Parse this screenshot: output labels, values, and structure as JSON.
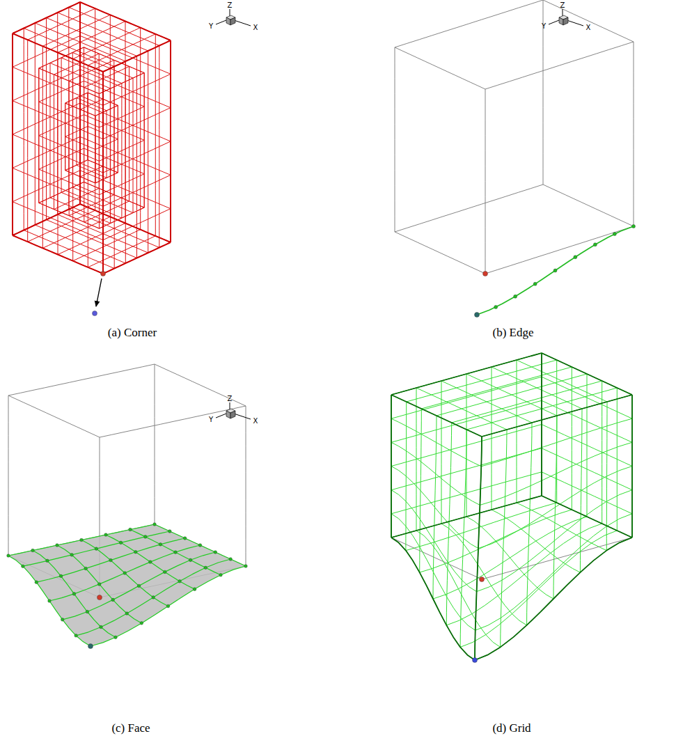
{
  "diagram": {
    "labels": [
      "Z",
      "Y",
      "X",
      "Z",
      "Y",
      "X",
      "(a) Corner",
      "(b) Edge",
      "Z",
      "Y",
      "X",
      "(c) Face",
      "(d) Grid"
    ]
  }
}
